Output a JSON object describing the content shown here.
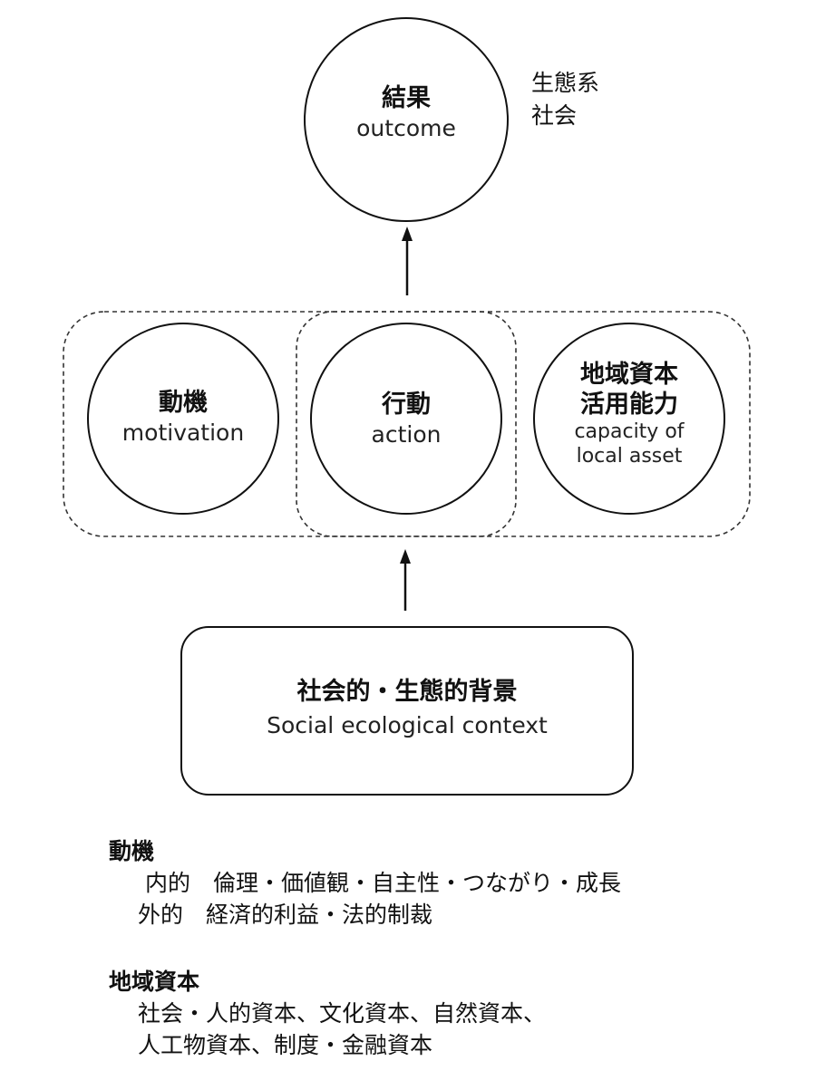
{
  "outcome": {
    "jp": "結果",
    "en": "outcome",
    "side_line1": "生態系",
    "side_line2": "社会"
  },
  "motivation": {
    "jp": "動機",
    "en": "motivation"
  },
  "action": {
    "jp": "行動",
    "en": "action"
  },
  "capacity": {
    "jp_line1": "地域資本",
    "jp_line2": "活用能力",
    "en_line1": "capacity of",
    "en_line2": "local asset"
  },
  "context": {
    "jp": "社会的・生態的背景",
    "en": "Social ecological context"
  },
  "legend": {
    "motivation": {
      "heading": "動機",
      "internal": "内的　倫理・価値観・自主性・つながり・成長",
      "external": "外的　経済的利益・法的制裁"
    },
    "local_capital": {
      "heading": "地域資本",
      "line1": "社会・人的資本、文化資本、自然資本、",
      "line2": "人工物資本、制度・金融資本"
    }
  }
}
